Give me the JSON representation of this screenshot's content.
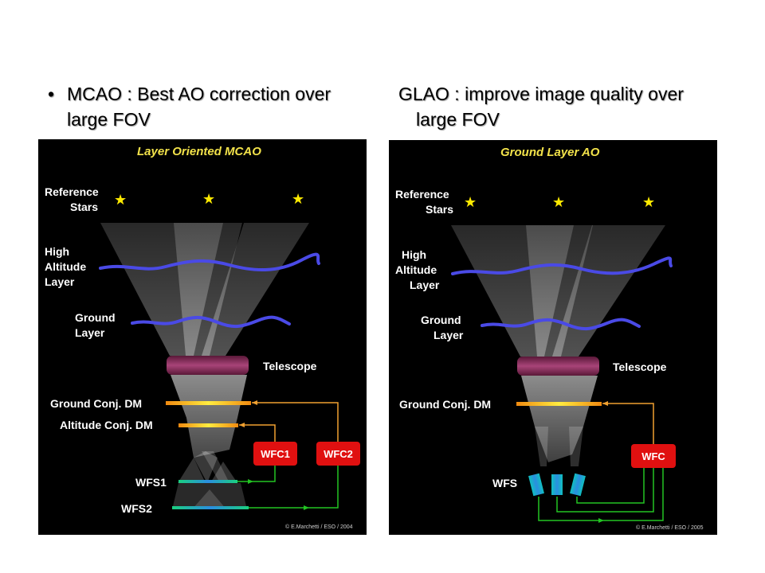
{
  "headings": {
    "left_bullet": "•",
    "left_text": "MCAO : Best AO correction over large FOV",
    "right_line1": "GLAO : improve image quality over",
    "right_line2": "large FOV"
  },
  "mcao": {
    "title": "Layer Oriented MCAO",
    "reference_stars": [
      "Reference",
      "Stars"
    ],
    "high_altitude_layer": [
      "High",
      "Altitude",
      "Layer"
    ],
    "ground_layer": [
      "Ground",
      "Layer"
    ],
    "telescope": "Telescope",
    "ground_conj_dm": "Ground Conj. DM",
    "altitude_conj_dm": "Altitude Conj. DM",
    "wfc1": "WFC1",
    "wfc2": "WFC2",
    "wfs1": "WFS1",
    "wfs2": "WFS2",
    "credit": "© E.Marchetti / ESO / 2004"
  },
  "glao": {
    "title": "Ground Layer AO",
    "reference_stars": [
      "Reference",
      "Stars"
    ],
    "high_altitude_layer": [
      "High",
      "Altitude",
      "Layer"
    ],
    "ground_layer": [
      "Ground",
      "Layer"
    ],
    "telescope": "Telescope",
    "ground_conj_dm": "Ground Conj. DM",
    "wfc": "WFC",
    "wfs": "WFS",
    "credit": "© E.Marchetti / ESO / 2005"
  },
  "colors": {
    "star": "#ffea00",
    "wave": "#4a4ae6",
    "telescope": "#8a2a5a",
    "dm": "#f6c21a",
    "wfc_box": "#e01010",
    "wire_orange": "#f0a030",
    "wire_green": "#22c422",
    "wfs_bar": "#2a8ee0"
  }
}
